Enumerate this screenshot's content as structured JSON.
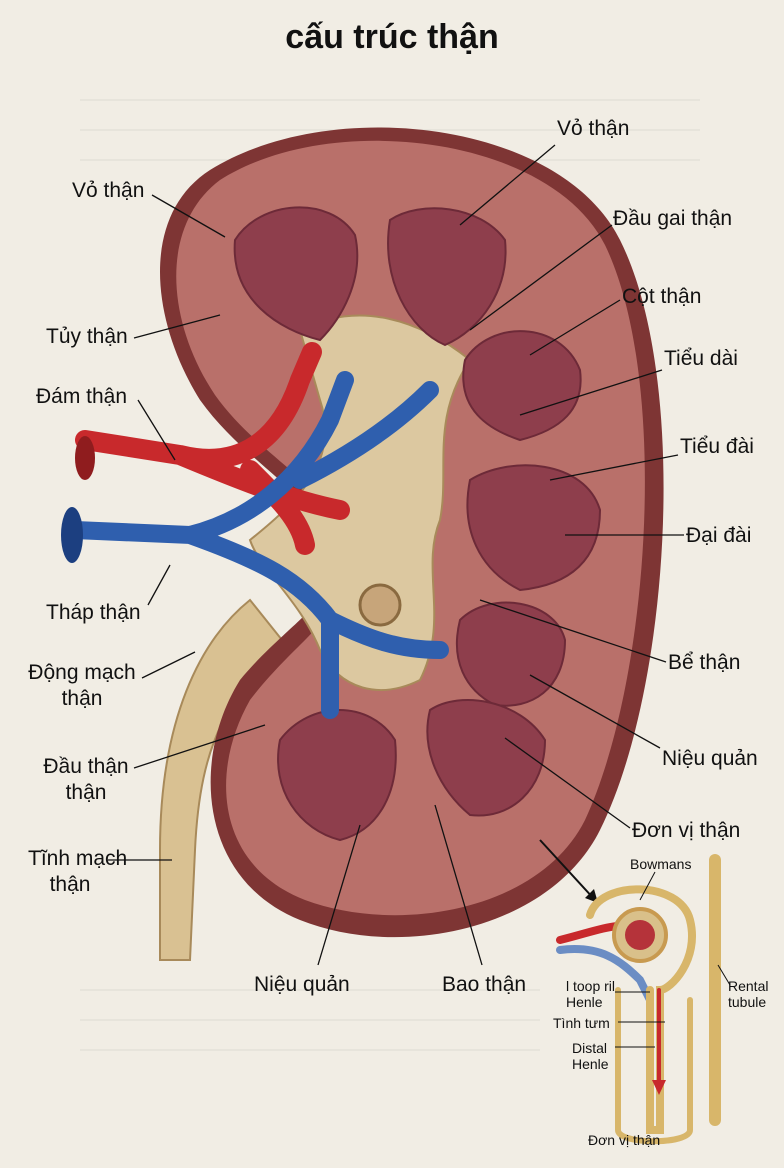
{
  "title": "cấu trúc thận",
  "labels_right": [
    "Vỏ thận",
    "Đầu gai thận",
    "Cột thận",
    "Tiểu dài",
    "Tiểu đài",
    "Đại đài",
    "Bể thận",
    "Niệu quản",
    "Đơn vị thận"
  ],
  "labels_left": [
    "Vỏ thận",
    "Tủy thận",
    "Đám thận",
    "Tháp thận",
    "Động mạch",
    "thận",
    "Đầu thận",
    "thận",
    "Tĩnh mạch",
    "thận"
  ],
  "labels_bottom": [
    "Niệu quản",
    "Bao thận"
  ],
  "nephron": {
    "bowmans": "Bowmans",
    "loop1": "l toop ril",
    "loop2": "Henle",
    "tinh": "Tình tưm",
    "distal1": "Distal",
    "distal2": "Henle",
    "rental1": "Rental",
    "rental2": "tubule",
    "caption": "Đơn vị thận"
  },
  "colors": {
    "cortex": "#b9706a",
    "pyramid": "#8e3e4c",
    "pelvis": "#dcc8a0",
    "artery": "#c8292c",
    "vein": "#2f5fae",
    "capsule": "#7e3534"
  }
}
